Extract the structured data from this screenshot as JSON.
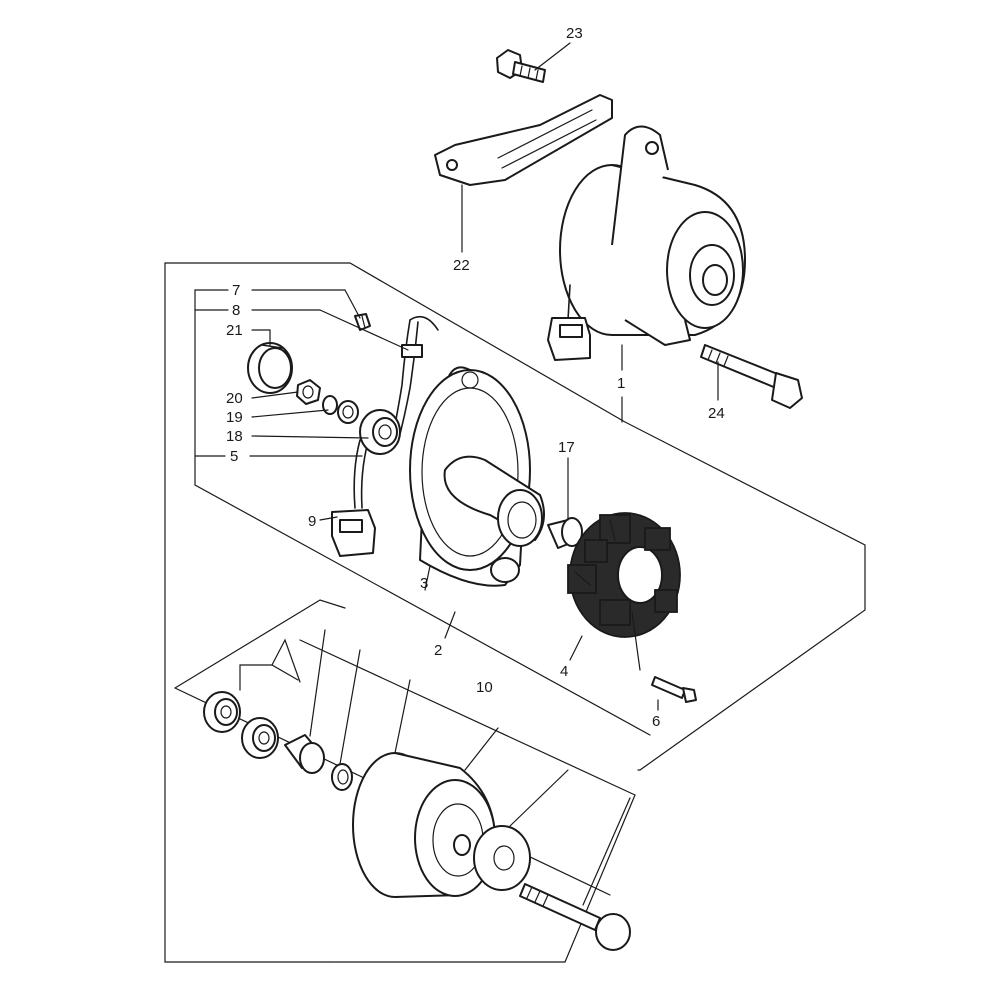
{
  "callouts": {
    "p1": "1",
    "p2": "2",
    "p3": "3",
    "p4": "4",
    "p5": "5",
    "p6": "6",
    "p7": "7",
    "p8": "8",
    "p9": "9",
    "p10": "10",
    "p17": "17",
    "p18": "18",
    "p19": "19",
    "p20": "20",
    "p21": "21",
    "p22": "22",
    "p23": "23",
    "p24": "24"
  },
  "colors": {
    "ink": "#1a1a1a",
    "paper": "#ffffff"
  }
}
